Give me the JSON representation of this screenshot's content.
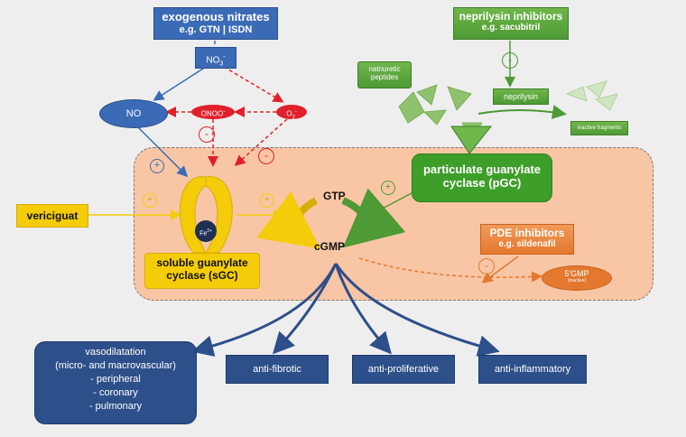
{
  "exogenous": {
    "title": "exogenous nitrates",
    "subtitle": "e.g. GTN | ISDN"
  },
  "neprilysin_inhibitors": {
    "title": "neprilysin inhibitors",
    "subtitle": "e.g. sacubitril"
  },
  "natriuretic_peptides": {
    "label_line1": "natriuretic",
    "label_line2": "peptides"
  },
  "neprilysin": {
    "label": "neprilysin"
  },
  "inactive_fragments": {
    "label": "inactive fragments"
  },
  "no3": {
    "label": "NO",
    "sub": "3",
    "sup": "-"
  },
  "no": {
    "label": "NO"
  },
  "onoo": {
    "label": "ONOO",
    "sup": "-"
  },
  "o2": {
    "label": "O",
    "sub": "2",
    "sup": "-"
  },
  "pgc": {
    "line1": "particulate guanylate",
    "line2": "cyclase (pGC)"
  },
  "pde": {
    "title": "PDE inhibitors",
    "subtitle": "e.g. sildenafil"
  },
  "gmp5": {
    "label": "5'GMP",
    "note": "(inactive)"
  },
  "vericiguat": {
    "label": "vericiguat"
  },
  "fe": {
    "label": "Fe",
    "sup": "2+"
  },
  "sgc": {
    "line1": "soluble guanylate",
    "line2": "cyclase (sGC)"
  },
  "gtp": {
    "label": "GTP"
  },
  "cgmp": {
    "label": "cGMP"
  },
  "signs": {
    "plus": "+",
    "minus": "-"
  },
  "effects": {
    "vaso_title": "vasodilatation",
    "vaso_sub": "(micro- and macrovascular)",
    "vaso_items": [
      "- peripheral",
      "- coronary",
      "- pulmonary"
    ],
    "anti_fibrotic": "anti-fibrotic",
    "anti_proliferative": "anti-proliferative",
    "anti_inflammatory": "anti-inflammatory"
  },
  "colors": {
    "blue": "#3b6bb6",
    "red": "#e0202a",
    "green": "#4e9a34",
    "yellow": "#f4cc0a",
    "orange": "#e4782e",
    "dark_blue": "#2d4f8a"
  }
}
